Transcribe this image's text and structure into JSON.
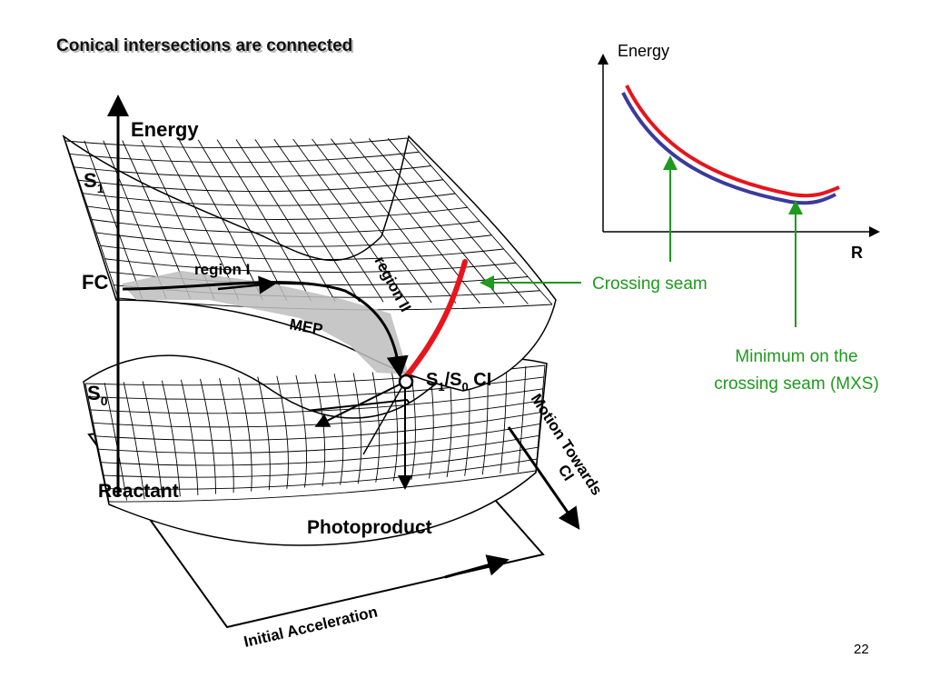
{
  "slide": {
    "title": "Conical intersections are connected",
    "page_number": "22"
  },
  "surface_diagram": {
    "energy_axis_label": "Energy",
    "s1_label": "S",
    "s1_sub": "1",
    "s0_label": "S",
    "s0_sub": "0",
    "fc_label": "FC",
    "region1_label": "region I",
    "region2_label": "region II",
    "mep_label": "MEP",
    "ci_label_s": "S",
    "ci_label_sub1": "1",
    "ci_label_slash": "/S",
    "ci_label_sub0": "0",
    "ci_label_ci": " CI",
    "reactant_label": "Reactant",
    "photoproduct_label": "Photoproduct",
    "motion_label_line1": "Motion Towards",
    "motion_label_line2": "CI",
    "acceleration_label": "Initial Acceleration"
  },
  "seam_chart": {
    "y_axis_label": "Energy",
    "x_axis_label": "R",
    "upper_curve_color": "#e8141c",
    "lower_curve_color": "#3a3a9e",
    "annotation_color": "#1e9a1e"
  },
  "annotations": {
    "crossing_seam": "Crossing seam",
    "mxs_line1": "Minimum on the",
    "mxs_line2": "crossing seam (MXS)"
  }
}
